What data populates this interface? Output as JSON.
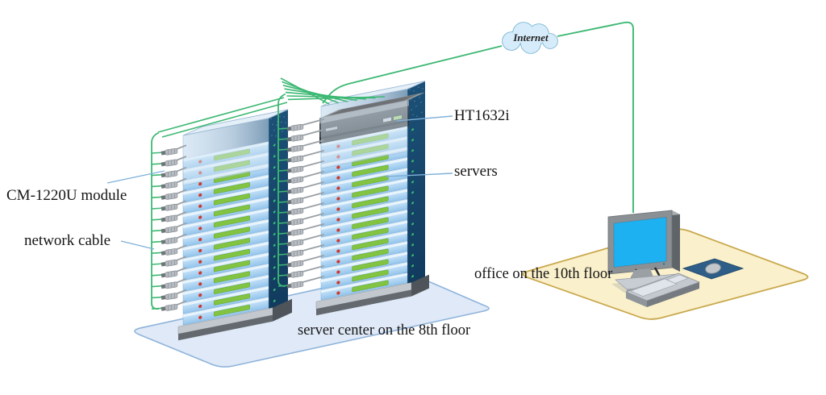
{
  "diagram": {
    "internet": {
      "label": "Internet"
    },
    "labels": {
      "ht1632i": "HT1632i",
      "servers": "servers",
      "cm_module": "CM-1220U module",
      "network_cable": "network cable",
      "server_center": "server center on the 8th floor",
      "office": "office on the 10th floor"
    },
    "colors": {
      "cable_green": "#3db873",
      "leader_blue": "#7fb0d8",
      "cloud_fill": "#d6ecfa",
      "cloud_stroke": "#70aecf",
      "server_floor_fill": "#dfe9f7",
      "server_floor_stroke": "#8fb4da",
      "office_floor_fill": "#faf0cb",
      "office_floor_stroke": "#c9a94e",
      "screen_blue": "#1db1f2",
      "rack_side_navy": "#17486f",
      "server_bar_blue": "#a8d4f2",
      "server_bar_light": "#e9f5fd",
      "server_label_green": "#82c341",
      "server_led_red": "#cf3a2d",
      "module_gray": "#b7bdc2"
    }
  }
}
